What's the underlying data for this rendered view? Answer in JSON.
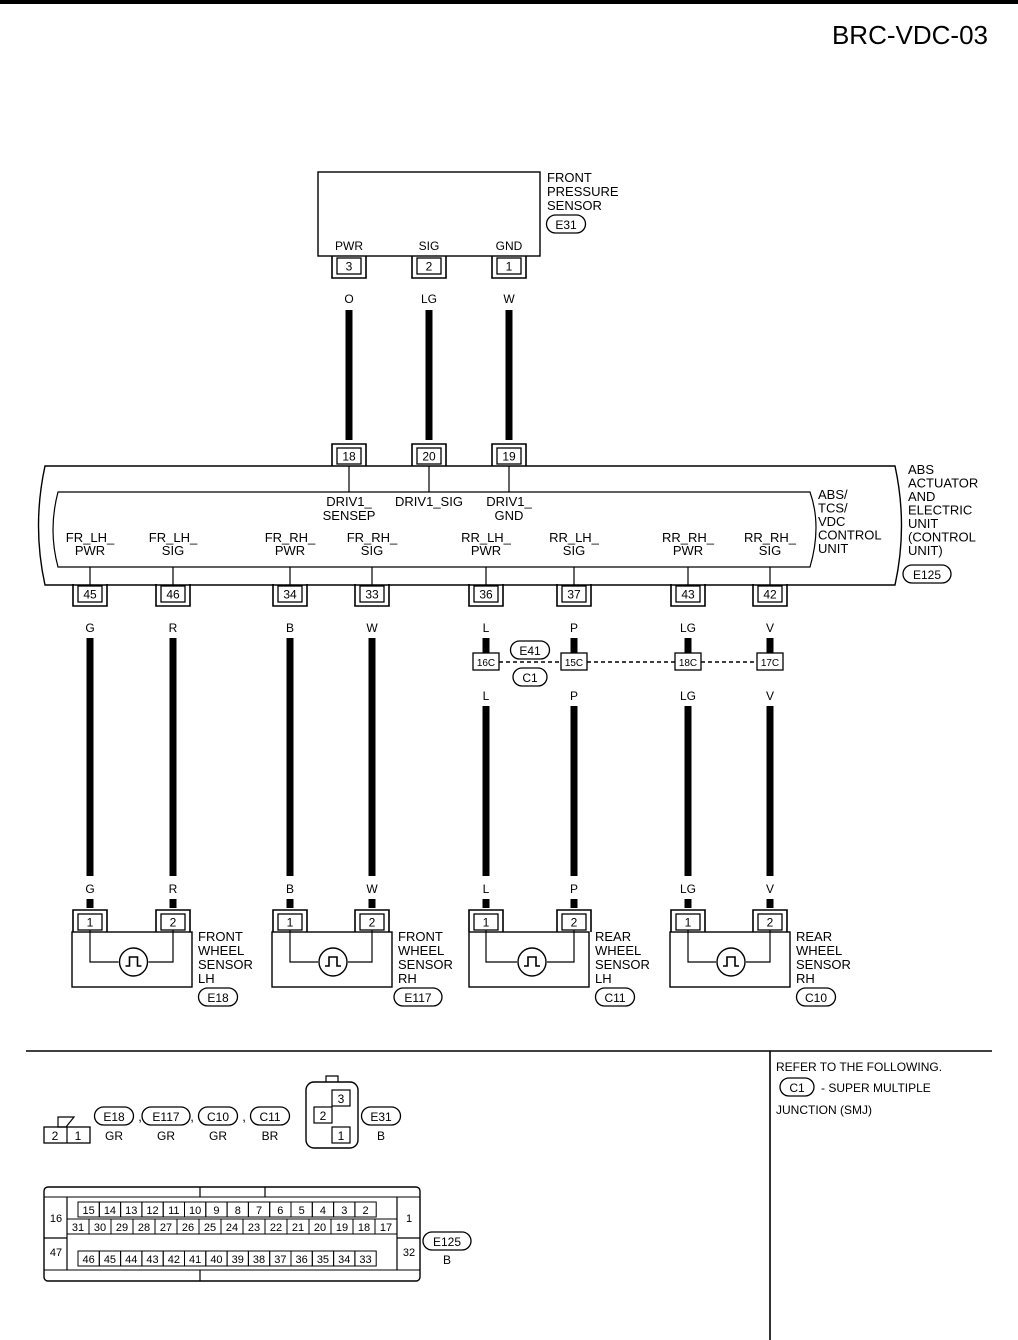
{
  "header": {
    "page_id": "BRC-VDC-03"
  },
  "pressure_sensor": {
    "name_lines": [
      "FRONT",
      "PRESSURE",
      "SENSOR"
    ],
    "connector": "E31",
    "pins": [
      {
        "name": "PWR",
        "pin": "3",
        "wire": "O"
      },
      {
        "name": "SIG",
        "pin": "2",
        "wire": "LG"
      },
      {
        "name": "GND",
        "pin": "1",
        "wire": "W"
      }
    ]
  },
  "control_unit": {
    "upper_pins": [
      {
        "pin": "18",
        "label_lines": [
          "DRIV1_",
          "SENSEP"
        ]
      },
      {
        "pin": "20",
        "label_lines": [
          "DRIV1_SIG"
        ]
      },
      {
        "pin": "19",
        "label_lines": [
          "DRIV1_",
          "GND"
        ]
      }
    ],
    "inner_name_lines": [
      "ABS/",
      "TCS/",
      "VDC",
      "CONTROL",
      "UNIT"
    ],
    "outer_name_lines": [
      "ABS",
      "ACTUATOR",
      "AND",
      "ELECTRIC",
      "UNIT",
      "(CONTROL",
      "UNIT)"
    ],
    "connector": "E125",
    "lower_pins": [
      {
        "label_lines": [
          "FR_LH_",
          "PWR"
        ],
        "pin": "45",
        "wire": "G"
      },
      {
        "label_lines": [
          "FR_LH_",
          "SIG"
        ],
        "pin": "46",
        "wire": "R"
      },
      {
        "label_lines": [
          "FR_RH_",
          "PWR"
        ],
        "pin": "34",
        "wire": "B"
      },
      {
        "label_lines": [
          "FR_RH_",
          "SIG"
        ],
        "pin": "33",
        "wire": "W"
      },
      {
        "label_lines": [
          "RR_LH_",
          "PWR"
        ],
        "pin": "36",
        "wire": "L"
      },
      {
        "label_lines": [
          "RR_LH_",
          "SIG"
        ],
        "pin": "37",
        "wire": "P"
      },
      {
        "label_lines": [
          "RR_RH_",
          "PWR"
        ],
        "pin": "43",
        "wire": "LG"
      },
      {
        "label_lines": [
          "RR_RH_",
          "SIG"
        ],
        "pin": "42",
        "wire": "V"
      }
    ]
  },
  "junction": {
    "connectors": [
      "E41",
      "C1"
    ],
    "pins": [
      "16C",
      "15C",
      "18C",
      "17C"
    ]
  },
  "wheel_sensors": [
    {
      "name_lines": [
        "FRONT",
        "WHEEL",
        "SENSOR",
        "LH"
      ],
      "connector": "E18",
      "pin1": "1",
      "pin2": "2"
    },
    {
      "name_lines": [
        "FRONT",
        "WHEEL",
        "SENSOR",
        "RH"
      ],
      "connector": "E117",
      "pin1": "1",
      "pin2": "2"
    },
    {
      "name_lines": [
        "REAR",
        "WHEEL",
        "SENSOR",
        "LH"
      ],
      "connector": "C11",
      "pin1": "1",
      "pin2": "2"
    },
    {
      "name_lines": [
        "REAR",
        "WHEEL",
        "SENSOR",
        "RH"
      ],
      "connector": "C10",
      "pin1": "1",
      "pin2": "2"
    }
  ],
  "legend": {
    "two_pin": {
      "pins": [
        "2",
        "1"
      ],
      "refs": [
        {
          "conn": "E18",
          "color": "GR"
        },
        {
          "conn": "E117",
          "color": "GR"
        },
        {
          "conn": "C10",
          "color": "GR"
        },
        {
          "conn": "C11",
          "color": "BR"
        }
      ],
      "separator": ","
    },
    "three_pin": {
      "pins": [
        "3",
        "2",
        "1"
      ],
      "conn": "E31",
      "color": "B"
    },
    "big": {
      "top_row": [
        "15",
        "14",
        "13",
        "12",
        "11",
        "10",
        "9",
        "8",
        "7",
        "6",
        "5",
        "4",
        "3",
        "2"
      ],
      "second_row": [
        "31",
        "30",
        "29",
        "28",
        "27",
        "26",
        "25",
        "24",
        "23",
        "22",
        "21",
        "20",
        "19",
        "18",
        "17"
      ],
      "bottom_row": [
        "46",
        "45",
        "44",
        "43",
        "42",
        "41",
        "40",
        "39",
        "38",
        "37",
        "36",
        "35",
        "34",
        "33"
      ],
      "left_upper": "16",
      "left_lower": "47",
      "right_upper": "1",
      "right_lower": "32",
      "conn": "E125",
      "color": "B"
    }
  },
  "note": {
    "line1": "REFER TO THE FOLLOWING.",
    "conn": "C1",
    "line2_rest": "- SUPER MULTIPLE",
    "line3": "JUNCTION (SMJ)"
  }
}
